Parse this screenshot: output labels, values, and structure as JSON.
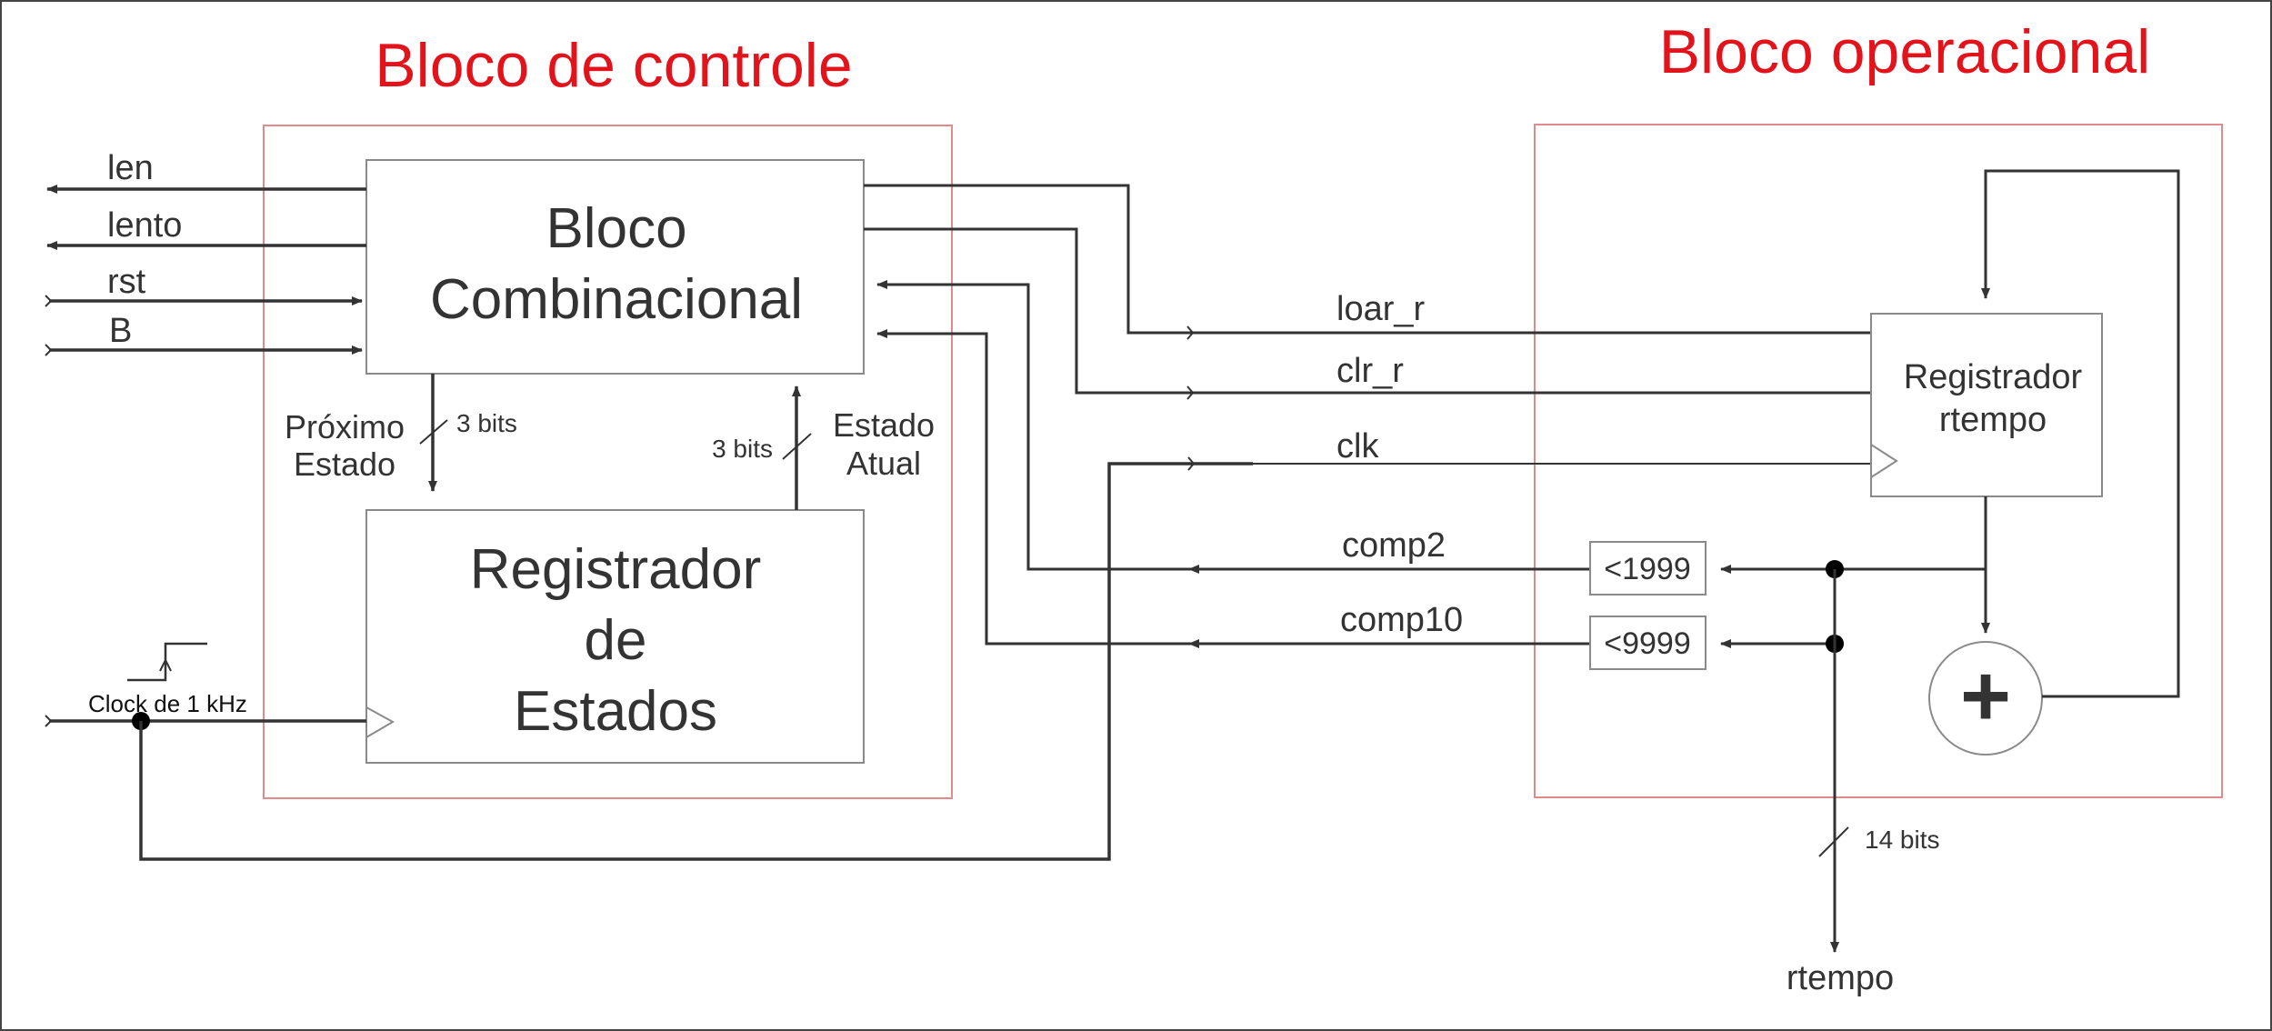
{
  "titles": {
    "control": "Bloco de controle",
    "operational": "Bloco operacional"
  },
  "blocks": {
    "combinational_line1": "Bloco",
    "combinational_line2": "Combinacional",
    "state_reg_line1": "Registrador",
    "state_reg_line2": "de",
    "state_reg_line3": "Estados",
    "rtempo_reg_line1": "Registrador",
    "rtempo_reg_line2": "rtempo",
    "comparator_2": "<1999",
    "comparator_10": "<9999",
    "adder_symbol": "+"
  },
  "signals": {
    "len": "len",
    "lento": "lento",
    "rst": "rst",
    "b": "B",
    "loar_r": "loar_r",
    "clr_r": "clr_r",
    "clk": "clk",
    "comp2": "comp2",
    "comp10": "comp10",
    "rtempo": "rtempo",
    "clock_source": "Clock de 1 kHz"
  },
  "buses": {
    "next_state_line1": "Próximo",
    "next_state_line2": "Estado",
    "next_state_width": "3 bits",
    "current_state_line1": "Estado",
    "current_state_line2": "Atual",
    "current_state_width": "3 bits",
    "rtempo_width": "14 bits"
  },
  "colors": {
    "title": "#e3131b",
    "boundary": "#e08a8a",
    "wire": "#333333",
    "box": "#8a8a8a",
    "text": "#333333"
  }
}
